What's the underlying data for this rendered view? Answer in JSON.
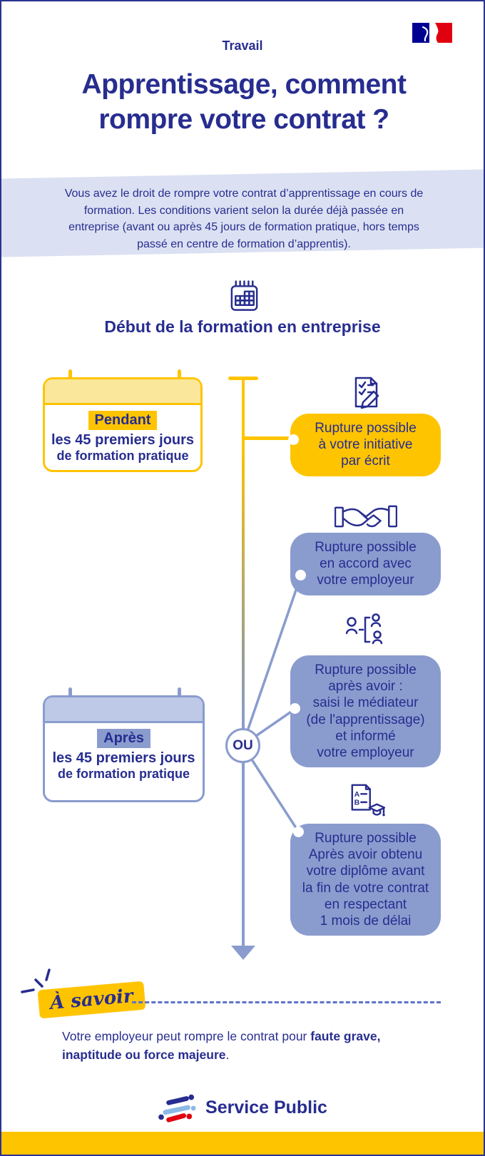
{
  "page": {
    "category": "Travail",
    "title": "Apprentissage, comment rompre votre contrat ?",
    "intro": "Vous avez le droit de rompre votre contrat d’apprentissage en cours de formation. Les conditions varient selon la durée déjà passée en entreprise (avant ou après 45 jours de formation pratique, hors temps passé en centre de formation d’apprentis)."
  },
  "timeline": {
    "heading": "Début de la formation en entreprise",
    "or_label": "OU"
  },
  "periods": [
    {
      "highlight": "Pendant",
      "line1": "les 45 premiers jours",
      "line2": "de formation pratique",
      "style": "yellow"
    },
    {
      "highlight": "Après",
      "line1": "les 45 premiers jours",
      "line2": "de formation pratique",
      "style": "blue"
    }
  ],
  "outcomes": [
    {
      "icon": "document-check-pencil-icon",
      "style": "yellow",
      "text": "Rupture possible\nà votre initiative\npar écrit"
    },
    {
      "icon": "handshake-icon",
      "style": "blue",
      "text": "Rupture possible\nen accord avec\nvotre employeur"
    },
    {
      "icon": "mediator-people-icon",
      "style": "blue",
      "text": "Rupture possible\naprès avoir :\nsaisi le médiateur\n(de l'apprentissage)\net informé\nvotre employeur"
    },
    {
      "icon": "diploma-icon",
      "style": "blue",
      "text": "Rupture possible\nAprès avoir obtenu\nvotre diplôme avant\nla fin de votre contrat\nen respectant\n1 mois de délai"
    }
  ],
  "note": {
    "label": "À savoir",
    "text_normal": "Votre employeur peut rompre le contrat pour ",
    "text_bold": "faute grave, inaptitude ou force majeure",
    "text_end": "."
  },
  "footer": {
    "brand": "Service Public"
  },
  "icons": {
    "diploma_letter_a": "A",
    "diploma_letter_b": "B"
  },
  "colors": {
    "navy": "#272d8f",
    "gold": "#ffc400",
    "light_gold": "#fbe79b",
    "slate_blue": "#8a9cce",
    "light_slate": "#bdc9e6",
    "band_blue": "#dbe1f2",
    "flag_blue": "#000091",
    "flag_red": "#e1000f",
    "logo_light_blue": "#8cb9e5"
  }
}
